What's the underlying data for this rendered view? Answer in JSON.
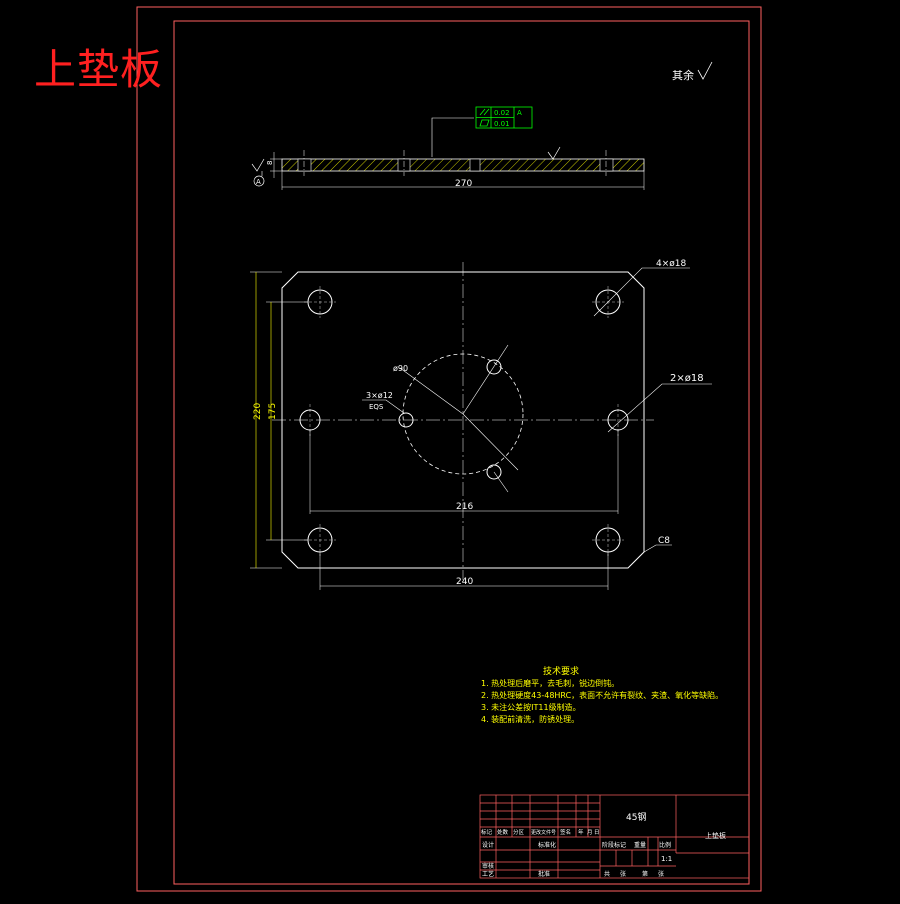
{
  "title": "上垫板",
  "roughness_note": "其余",
  "tolerance_frame": {
    "row1_value": "0.02",
    "row1_datum": "A",
    "row2_value": "0.01"
  },
  "datum_label": "A",
  "dims": {
    "length_270": "270",
    "thickness": "8",
    "hole_4x": "4×ø18",
    "hole_2x": "2×ø18",
    "hole_3x": "3×ø12",
    "hole_3x_sub": "EQS",
    "circle_dia": "ø90",
    "height_220": "220",
    "height_175": "175",
    "width_216": "216",
    "width_240": "240",
    "chamfer": "C8"
  },
  "tech_requirements": {
    "heading": "技术要求",
    "items": [
      "1. 热处理后磨平，去毛刺，锐边倒钝。",
      "2. 热处理硬度43-48HRC，表面不允许有裂纹、夹渣、氧化等缺陷。",
      "3. 未注公差按IT11级制造。",
      "4. 装配前清洗，防锈处理。"
    ]
  },
  "title_block": {
    "material": "45钢",
    "part_name": "上垫板",
    "scale": "1:1",
    "headers": [
      "标记",
      "处数",
      "分区",
      "更改文件号",
      "签名",
      "年",
      "月",
      "日"
    ],
    "row_design": [
      "设计",
      "标准化"
    ],
    "row_review": "审核",
    "row_process": "工艺",
    "row_approve": "批准",
    "stage_labels": [
      "阶段标记",
      "重量",
      "比例"
    ],
    "sheet_labels": [
      "共",
      "张",
      "第",
      "张"
    ]
  }
}
